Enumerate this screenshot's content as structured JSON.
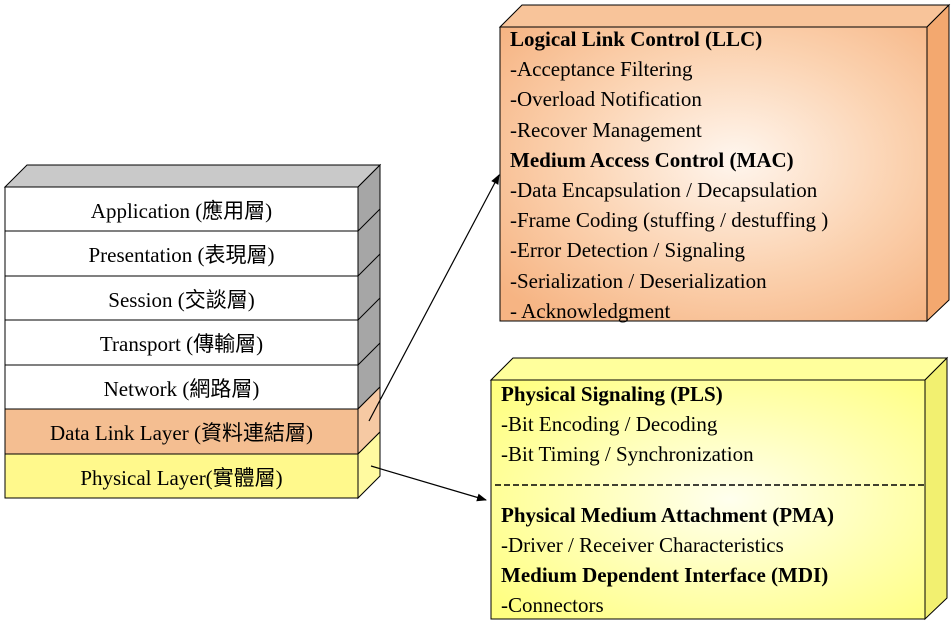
{
  "osi_stack": {
    "layers": [
      {
        "label": "Application (應用層)"
      },
      {
        "label": "Presentation (表現層)"
      },
      {
        "label": "Session (交談層)"
      },
      {
        "label": "Transport (傳輸層)"
      },
      {
        "label": "Network (網路層)"
      },
      {
        "label": "Data Link Layer (資料連結層)"
      },
      {
        "label": "Physical Layer(實體層)"
      }
    ]
  },
  "data_link_box": {
    "llc_title": "Logical Link Control (LLC)",
    "llc_items": [
      "-Acceptance Filtering",
      "-Overload Notification",
      "-Recover Management"
    ],
    "mac_title": "Medium Access Control (MAC)",
    "mac_items": [
      "-Data Encapsulation / Decapsulation",
      "-Frame Coding (stuffing / destuffing )",
      "-Error Detection / Signaling",
      "-Serialization / Deserialization",
      "- Acknowledgment"
    ]
  },
  "physical_box": {
    "pls_title": "Physical Signaling (PLS)",
    "pls_items": [
      "-Bit Encoding / Decoding",
      "-Bit Timing / Synchronization"
    ],
    "pma_title": "Physical Medium Attachment (PMA)",
    "pma_items": [
      "-Driver / Receiver Characteristics"
    ],
    "mdi_title": "Medium Dependent Interface (MDI)",
    "mdi_items": [
      "-Connectors"
    ]
  },
  "colors": {
    "white_layer": "#ffffff",
    "data_link_fill": "#f4be91",
    "physical_fill": "#fff98c",
    "side_gray": "#a6a6a6",
    "top_gray": "#c9c9c9",
    "orange_box": "#f6b483",
    "orange_box_light": "#fff6ee",
    "yellow_box": "#ffff80",
    "yellow_box_light": "#ffffee"
  }
}
